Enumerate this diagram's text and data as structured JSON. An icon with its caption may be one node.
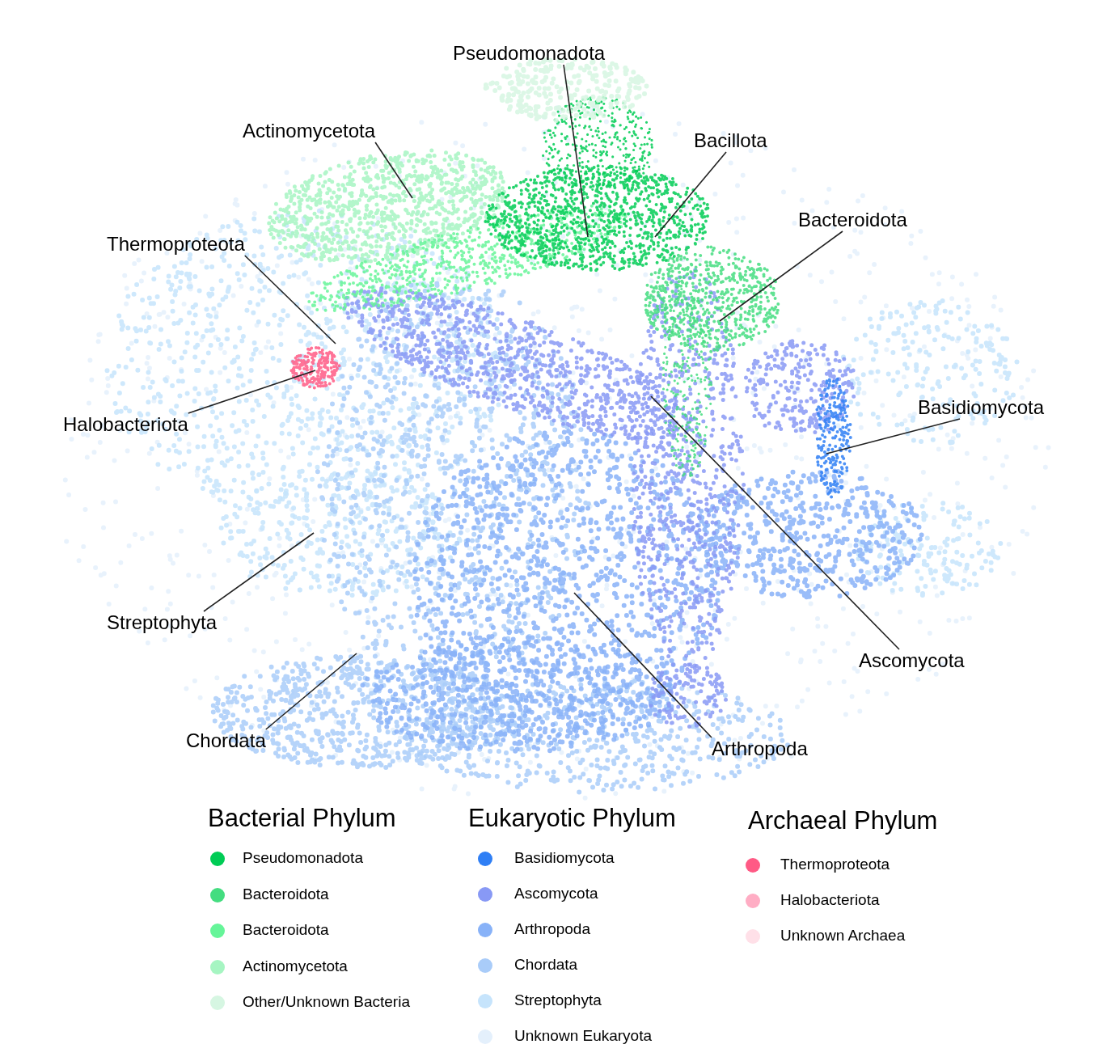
{
  "diagram": {
    "nodes": [
      {
        "text": [
          "Pseudomonadota"
        ]
      },
      {
        "text": [
          "Actinomycetota"
        ]
      },
      {
        "text": [
          "Bacillota"
        ]
      },
      {
        "text": [
          "Bacteroidota"
        ]
      },
      {
        "text": [
          "Thermoproteota"
        ]
      },
      {
        "text": [
          "Basidiomycota"
        ]
      },
      {
        "text": [
          "Halobacteriota"
        ]
      },
      {
        "text": [
          "Streptophyta"
        ]
      },
      {
        "text": [
          "Ascomycota"
        ]
      },
      {
        "text": [
          "Chordata"
        ]
      },
      {
        "text": [
          "Arthropoda"
        ]
      }
    ],
    "edges": [
      {
        "from": 0,
        "to": null,
        "arrow": "none"
      },
      {
        "from": 1,
        "to": null,
        "arrow": "none"
      },
      {
        "from": 2,
        "to": null,
        "arrow": "none"
      },
      {
        "from": 3,
        "to": null,
        "arrow": "none"
      },
      {
        "from": 4,
        "to": null,
        "arrow": "none"
      },
      {
        "from": 5,
        "to": null,
        "arrow": "none"
      },
      {
        "from": 6,
        "to": null,
        "arrow": "none"
      },
      {
        "from": 7,
        "to": null,
        "arrow": "none"
      },
      {
        "from": 8,
        "to": null,
        "arrow": "none"
      },
      {
        "from": 9,
        "to": null,
        "arrow": "none"
      },
      {
        "from": 10,
        "to": null,
        "arrow": "none"
      }
    ],
    "labels": [
      "Bacterial Phylum",
      "Eukaryotic Phylum",
      "Archaeal Phylum"
    ],
    "legend": [
      {
        "text": "Pseudomonadota",
        "color": "#00cc55"
      },
      {
        "text": "Bacteroidota",
        "color": "#44dd80"
      },
      {
        "text": "Bacteroidota",
        "color": "#66f599"
      },
      {
        "text": "Actinomycetota",
        "color": "#a6f5c2"
      },
      {
        "text": "Other/Unknown Bacteria",
        "color": "#d6f6e2"
      },
      {
        "text": "Basidiomycota",
        "color": "#2f7ff5"
      },
      {
        "text": "Ascomycota",
        "color": "#8899f5"
      },
      {
        "text": "Arthropoda",
        "color": "#88b2f8"
      },
      {
        "text": "Chordata",
        "color": "#a9ccf9"
      },
      {
        "text": "Streptophyta",
        "color": "#c6e4fc"
      },
      {
        "text": "Unknown Eukaryota",
        "color": "#e4f0fc"
      },
      {
        "text": "Thermoproteota",
        "color": "#ff5a85"
      },
      {
        "text": "Halobacteriota",
        "color": "#ffadc4"
      },
      {
        "text": "Unknown Archaea",
        "color": "#ffe0e8"
      }
    ]
  }
}
